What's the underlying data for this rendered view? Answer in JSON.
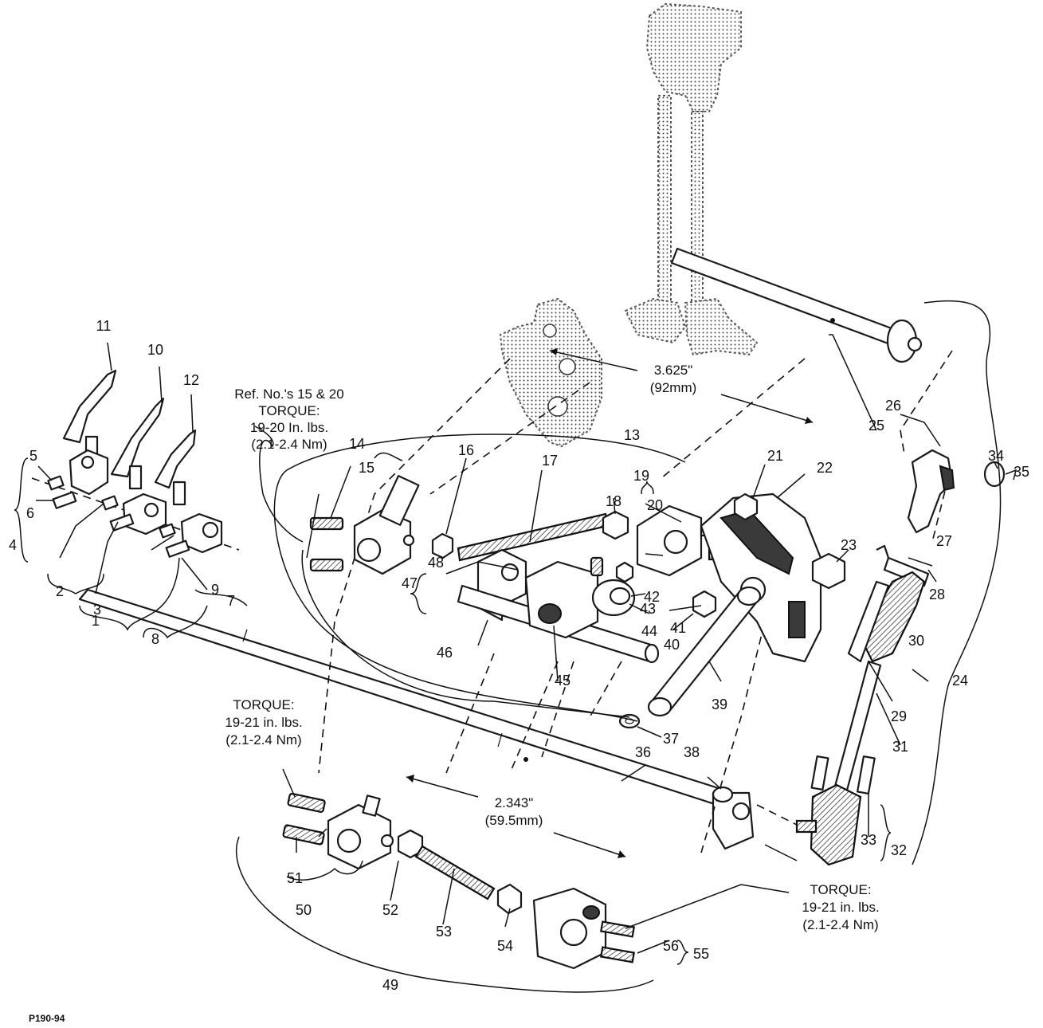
{
  "figure_id": "P190-94",
  "reference_numbers": [
    "1",
    "2",
    "3",
    "4",
    "5",
    "6",
    "7",
    "8",
    "9",
    "10",
    "11",
    "12",
    "13",
    "14",
    "15",
    "16",
    "17",
    "18",
    "19",
    "20",
    "21",
    "22",
    "23",
    "24",
    "25",
    "26",
    "27",
    "28",
    "29",
    "30",
    "31",
    "32",
    "33",
    "34",
    "35",
    "36",
    "37",
    "38",
    "39",
    "40",
    "41",
    "42",
    "43",
    "44",
    "45",
    "46",
    "47",
    "48",
    "49",
    "50",
    "51",
    "52",
    "53",
    "54",
    "55",
    "56"
  ],
  "notes": {
    "torque_15_20": {
      "line1": "Ref. No.'s 15 & 20",
      "line2": "TORQUE:",
      "line3": "19-20 In. lbs.",
      "line4": "(2.1-2.4 Nm)"
    },
    "torque_left": {
      "line1": "TORQUE:",
      "line2": "19-21 in. lbs.",
      "line3": "(2.1-2.4 Nm)"
    },
    "torque_right": {
      "line1": "TORQUE:",
      "line2": "19-21 in. lbs.",
      "line3": "(2.1-2.4 Nm)"
    }
  },
  "dimensions": {
    "upper": {
      "imperial": "3.625\"",
      "metric": "(92mm)"
    },
    "lower": {
      "imperial": "2.343\"",
      "metric": "(59.5mm)"
    }
  }
}
